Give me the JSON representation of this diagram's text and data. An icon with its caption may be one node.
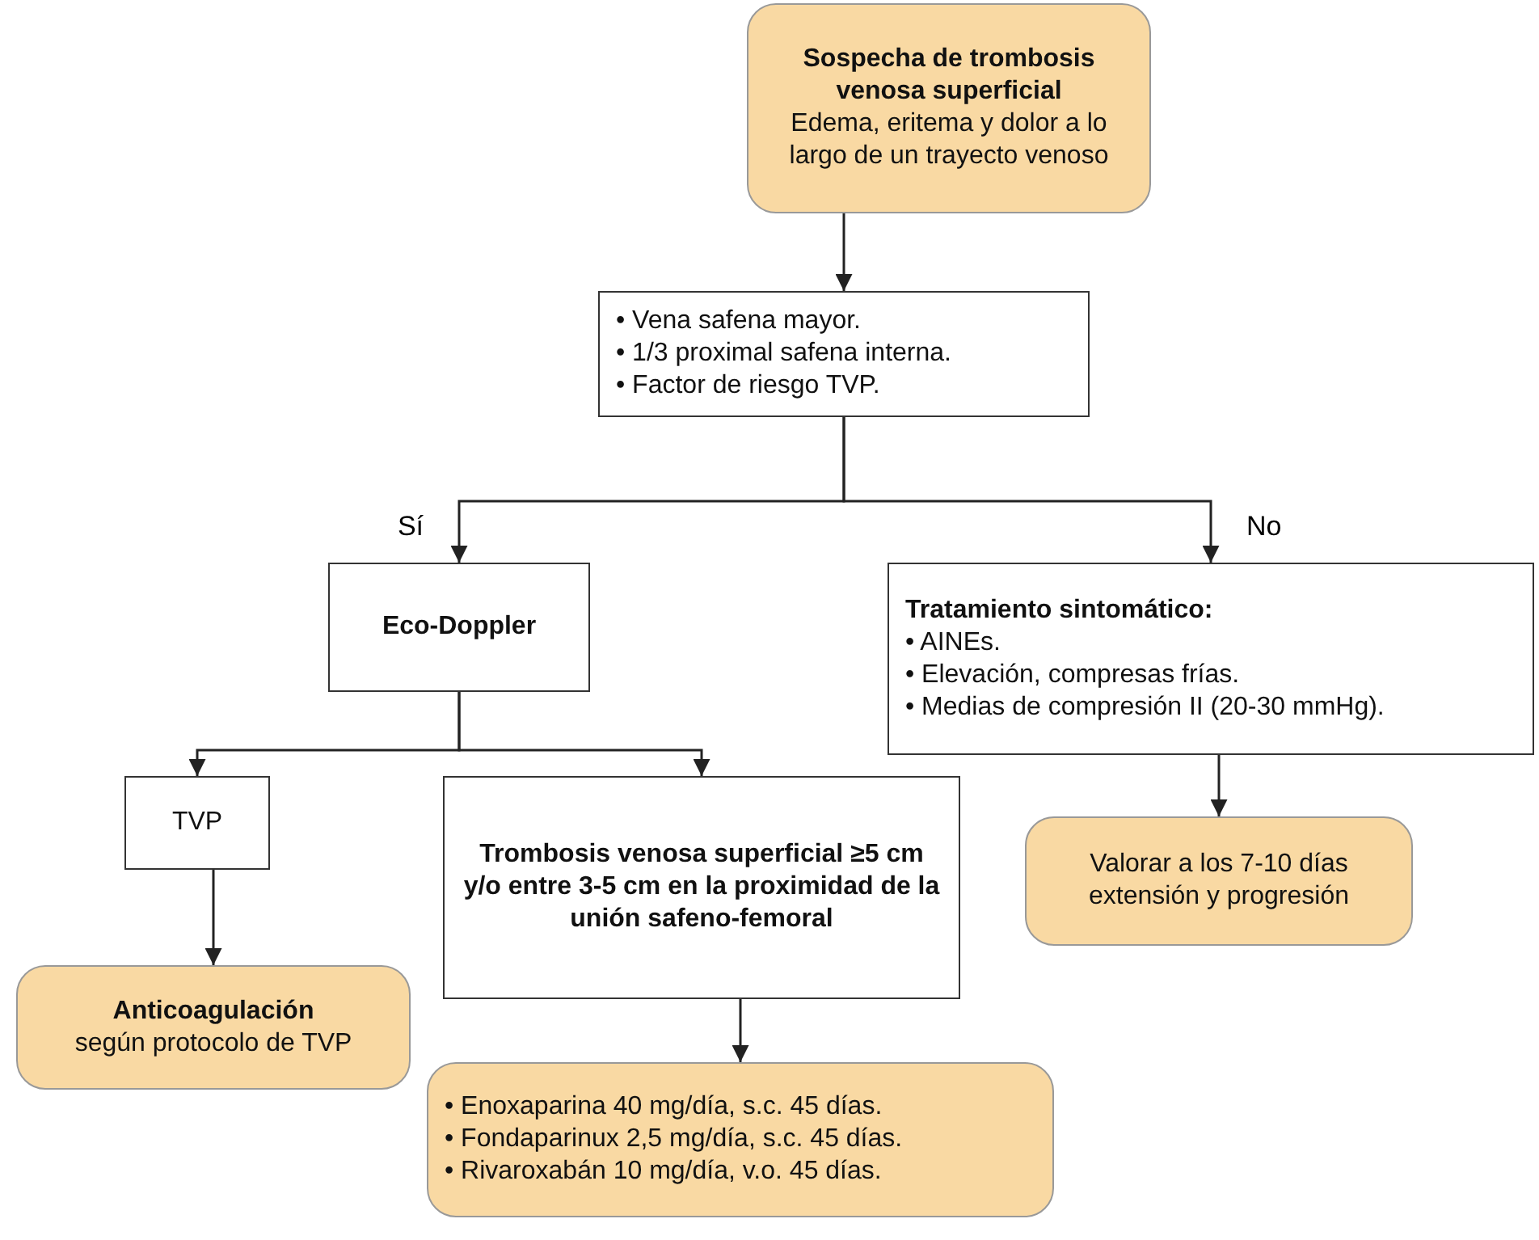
{
  "diagram": {
    "nodes": [
      {
        "text": [
          "Sospecha de trombosis venosa superficial",
          "Edema, eritema y dolor a lo largo de un trayecto venoso"
        ]
      },
      {
        "text": [
          "• Vena safena mayor.",
          "• 1/3 proximal safena interna.",
          "• Factor de riesgo TVP."
        ]
      },
      {
        "text": [
          "Eco-Doppler"
        ]
      },
      {
        "text": [
          "Tratamiento sintomático:",
          "• AINEs.",
          "• Elevación, compresas frías.",
          "• Medias de compresión II (20-30 mmHg)."
        ]
      },
      {
        "text": [
          "TVP"
        ]
      },
      {
        "text": [
          "Trombosis venosa superficial ≥5 cm y/o entre 3-5 cm en la proximidad de la unión safeno-femoral"
        ]
      },
      {
        "text": [
          "Anticoagulación",
          "según protocolo de TVP"
        ]
      },
      {
        "text": [
          "• Enoxaparina 40 mg/día, s.c. 45 días.",
          "• Fondaparinux 2,5 mg/día, s.c. 45 días.",
          "• Rivaroxabán 10 mg/día, v.o. 45 días."
        ]
      },
      {
        "text": [
          "Valorar a los 7-10 días extensión y progresión"
        ]
      }
    ],
    "edges": [
      {
        "from": 0,
        "to": 1,
        "arrow": "to"
      },
      {
        "from": 1,
        "to": 2,
        "arrow": "to",
        "label": "Sí"
      },
      {
        "from": 1,
        "to": 3,
        "arrow": "to",
        "label": "No"
      },
      {
        "from": 2,
        "to": 4,
        "arrow": "to"
      },
      {
        "from": 2,
        "to": 5,
        "arrow": "to"
      },
      {
        "from": 4,
        "to": 6,
        "arrow": "to"
      },
      {
        "from": 5,
        "to": 7,
        "arrow": "to"
      },
      {
        "from": 3,
        "to": 8,
        "arrow": "to"
      }
    ]
  }
}
